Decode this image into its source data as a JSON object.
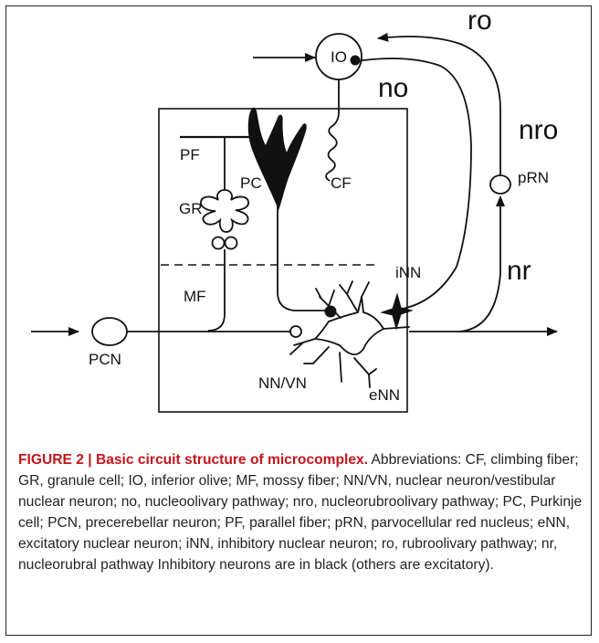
{
  "figure": {
    "labels": {
      "io": "IO",
      "ro": "ro",
      "no": "no",
      "nro": "nro",
      "prn": "pRN",
      "pf": "PF",
      "pc": "PC",
      "cf": "CF",
      "gr": "GR",
      "mf": "MF",
      "inn": "iNN",
      "nr": "nr",
      "pcn": "PCN",
      "nnvn": "NN/VN",
      "enn": "eNN"
    },
    "colors": {
      "ink": "#111111",
      "caption_title": "#c4151c"
    }
  },
  "caption": {
    "title": "FIGURE 2 | Basic circuit structure of microcomplex.",
    "body": " Abbreviations: CF, climbing fiber; GR, granule cell; IO, inferior olive; MF, mossy fiber; NN/VN, nuclear neuron/vestibular nuclear neuron; no, nucleoolivary pathway; nro, nucleorubroolivary pathway; PC, Purkinje cell; PCN, precerebellar neuron; PF, parallel fiber; pRN, parvocellular red nucleus; eNN, excitatory nuclear neuron; iNN, inhibitory nuclear neuron; ro, rubroolivary pathway; nr, nucleorubral pathway Inhibitory neurons are in black (others are excitatory)."
  }
}
